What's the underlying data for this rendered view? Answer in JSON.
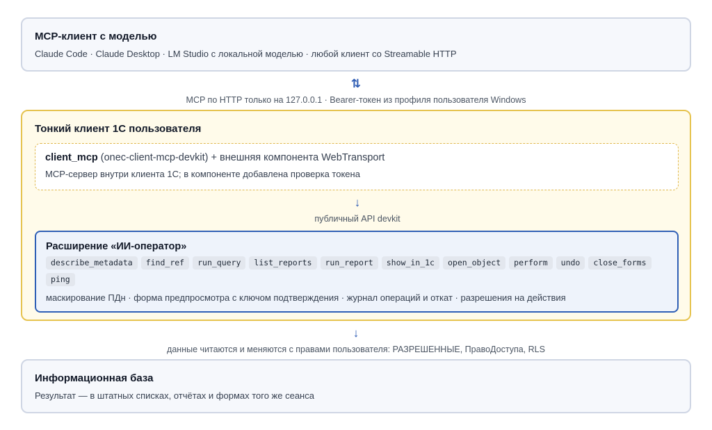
{
  "client_box": {
    "title": "MCP-клиент с моделью",
    "subtitle": "Claude Code · Claude Desktop · LM Studio с локальной моделью · любой клиент со Streamable HTTP"
  },
  "connector_1": {
    "arrow": "⇅",
    "label": "MCP по HTTP только на 127.0.0.1 · Bearer-токен из профиля пользователя Windows"
  },
  "thin_client_box": {
    "title": "Тонкий клиент 1С пользователя",
    "mcp_box": {
      "name": "client_mcp",
      "name_rest": " (onec-client-mcp-devkit) + внешняя компонента WebTransport",
      "subtitle": "MCP-сервер внутри клиента 1С; в компоненте добавлена проверка токена"
    },
    "connector": {
      "arrow": "↓",
      "label": "публичный API devkit"
    },
    "extension_box": {
      "title": "Расширение «ИИ-оператор»",
      "tools": [
        "describe_metadata",
        "find_ref",
        "run_query",
        "list_reports",
        "run_report",
        "show_in_1c",
        "open_object",
        "perform",
        "undo",
        "close_forms",
        "ping"
      ],
      "subtitle": "маскирование ПДн · форма предпросмотра с ключом подтверждения · журнал операций и откат · разрешения на действия"
    }
  },
  "connector_3": {
    "arrow": "↓",
    "label": "данные читаются и меняются с правами пользователя: РАЗРЕШЕННЫЕ, ПравоДоступа, RLS"
  },
  "infobase_box": {
    "title": "Информационная база",
    "subtitle": "Результат — в штатных списках, отчётах и формах того же сеанса"
  },
  "colors": {
    "client_border": "#cfd6e4",
    "thin_client_border": "#e6c34f",
    "extension_border": "#2f5fb6",
    "arrow": "#2d5bb3"
  }
}
